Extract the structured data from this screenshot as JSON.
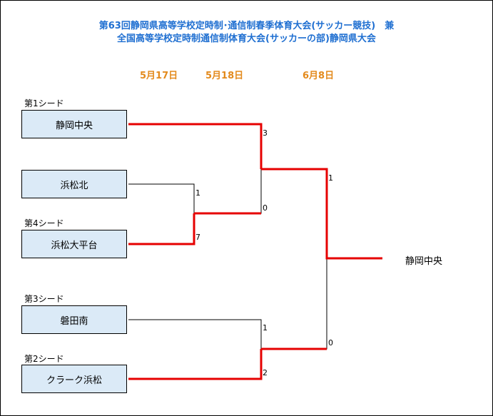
{
  "title": {
    "line1": "第63回静岡県高等学校定時制･通信制春季体育大会(サッカー競技)　兼",
    "line2": "全国高等学校定時制通信制体育大会(サッカーの部)静岡県大会"
  },
  "dates": [
    "5月17日",
    "5月18日",
    "6月8日"
  ],
  "teams": [
    {
      "name": "静岡中央",
      "seed": "第1シード"
    },
    {
      "name": "浜松北",
      "seed": ""
    },
    {
      "name": "浜松大平台",
      "seed": "第4シード"
    },
    {
      "name": "磐田南",
      "seed": "第3シード"
    },
    {
      "name": "クラーク浜松",
      "seed": "第2シード"
    }
  ],
  "matches": [
    {
      "round": 1,
      "team_a": "浜松北",
      "score_a": "1",
      "team_b": "浜松大平台",
      "score_b": "7"
    },
    {
      "round": 2,
      "team_a": "静岡中央",
      "score_a": "3",
      "team_b": "浜松大平台",
      "score_b": "0"
    },
    {
      "round": 2,
      "team_a": "磐田南",
      "score_a": "1",
      "team_b": "クラーク浜松",
      "score_b": "2"
    },
    {
      "round": 3,
      "team_a": "静岡中央",
      "score_a": "1",
      "team_b": "クラーク浜松",
      "score_b": "0"
    }
  ],
  "champion": "静岡中央",
  "colors": {
    "title": "#1f6fd1",
    "date": "#e38a1c",
    "win_line": "#e60000",
    "team_box": "#dbeaf7"
  }
}
